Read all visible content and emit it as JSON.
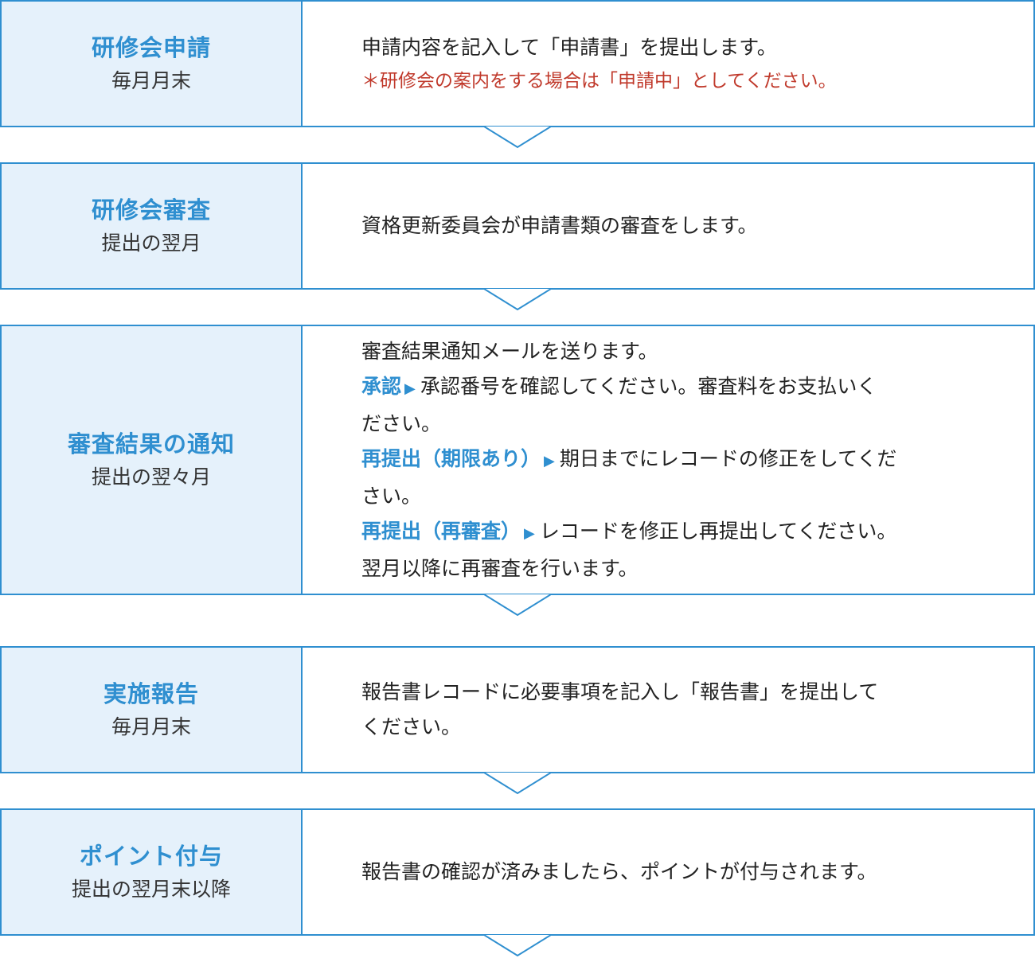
{
  "steps": [
    {
      "title": "研修会申請",
      "timing": "毎月月末",
      "line1": "申請内容を記入して「申請書」を提出します。",
      "note": "＊研修会の案内をする場合は「申請中」としてください。"
    },
    {
      "title": "研修会審査",
      "timing": "提出の翌月",
      "line1": "資格更新委員会が申請書類の審査をします。"
    },
    {
      "title": "審査結果の通知",
      "timing": "提出の翌々月",
      "line1": "審査結果通知メールを送ります。",
      "cases": [
        {
          "label": "承認",
          "text": "承認番号を確認してください。審査料をお支払いく",
          "cont": "ださい。"
        },
        {
          "label": "再提出（期限あり）",
          "text": "期日までにレコードの修正をしてくだ",
          "cont": "さい。"
        },
        {
          "label": "再提出（再審査）",
          "text": "レコードを修正し再提出してください。",
          "cont": "翌月以降に再審査を行います。"
        }
      ]
    },
    {
      "title": "実施報告",
      "timing": "毎月月末",
      "line1": "報告書レコードに必要事項を記入し「報告書」を提出して",
      "line2": "ください。"
    },
    {
      "title": "ポイント付与",
      "timing": "提出の翌月末以降",
      "line1": "報告書の確認が済みましたら、ポイントが付与されます。"
    }
  ]
}
